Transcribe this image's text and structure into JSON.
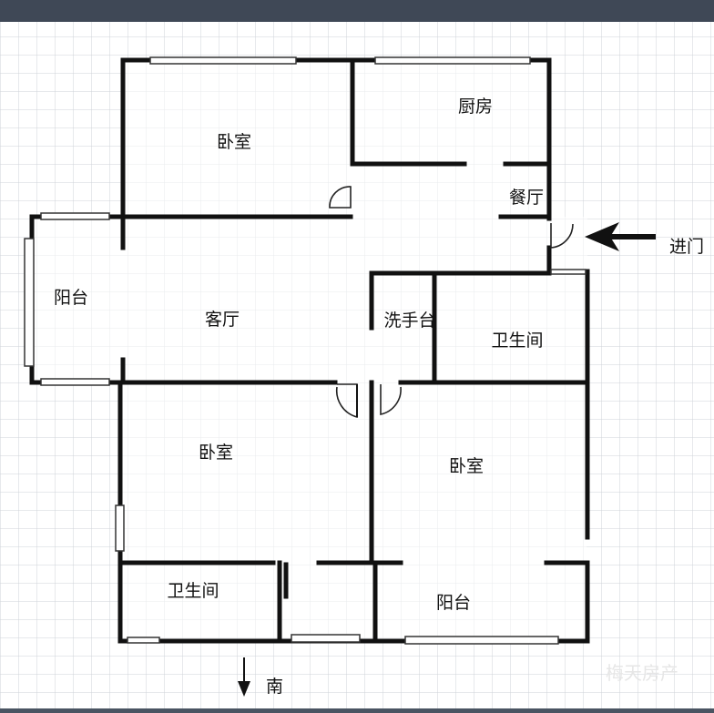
{
  "rooms": {
    "bedroom_top": "卧室",
    "kitchen": "厨房",
    "dining": "餐厅",
    "balcony_west": "阳台",
    "living": "客厅",
    "wash_basin": "洗手台",
    "bathroom_east": "卫生间",
    "bedroom_sw": "卧室",
    "bedroom_se": "卧室",
    "bathroom_south": "卫生间",
    "balcony_south": "阳台"
  },
  "markers": {
    "entrance": "进门",
    "south": "南"
  },
  "watermark": "梅天房产",
  "colors": {
    "wall": "#111111",
    "grid": "#cfd3d8",
    "frame": "#4a5462"
  }
}
